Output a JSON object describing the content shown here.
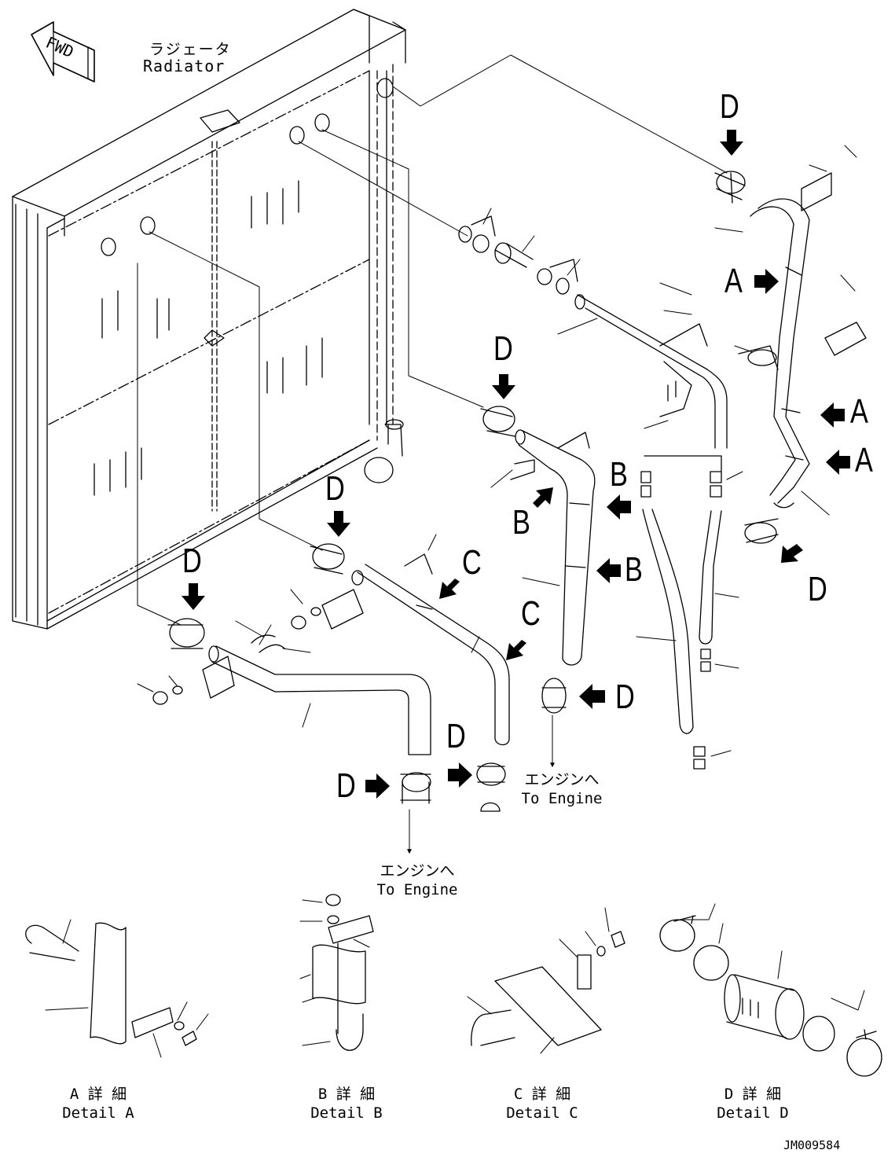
{
  "fwd_label": "FWD",
  "radiator": {
    "jp": "ラジェータ",
    "en": "Radiator"
  },
  "view_letters": {
    "a": "A",
    "b": "B",
    "c": "C",
    "d": "D"
  },
  "to_engine_upper": {
    "jp": "エンジンへ",
    "en": "To Engine"
  },
  "to_engine_lower": {
    "jp": "エンジンへ",
    "en": "To Engine"
  },
  "details": [
    {
      "jp": "A 詳 細",
      "en": "Detail A"
    },
    {
      "jp": "B 詳 細",
      "en": "Detail B"
    },
    {
      "jp": "C 詳 細",
      "en": "Detail C"
    },
    {
      "jp": "D 詳 細",
      "en": "Detail D"
    }
  ],
  "drawing_number": "JM009584"
}
